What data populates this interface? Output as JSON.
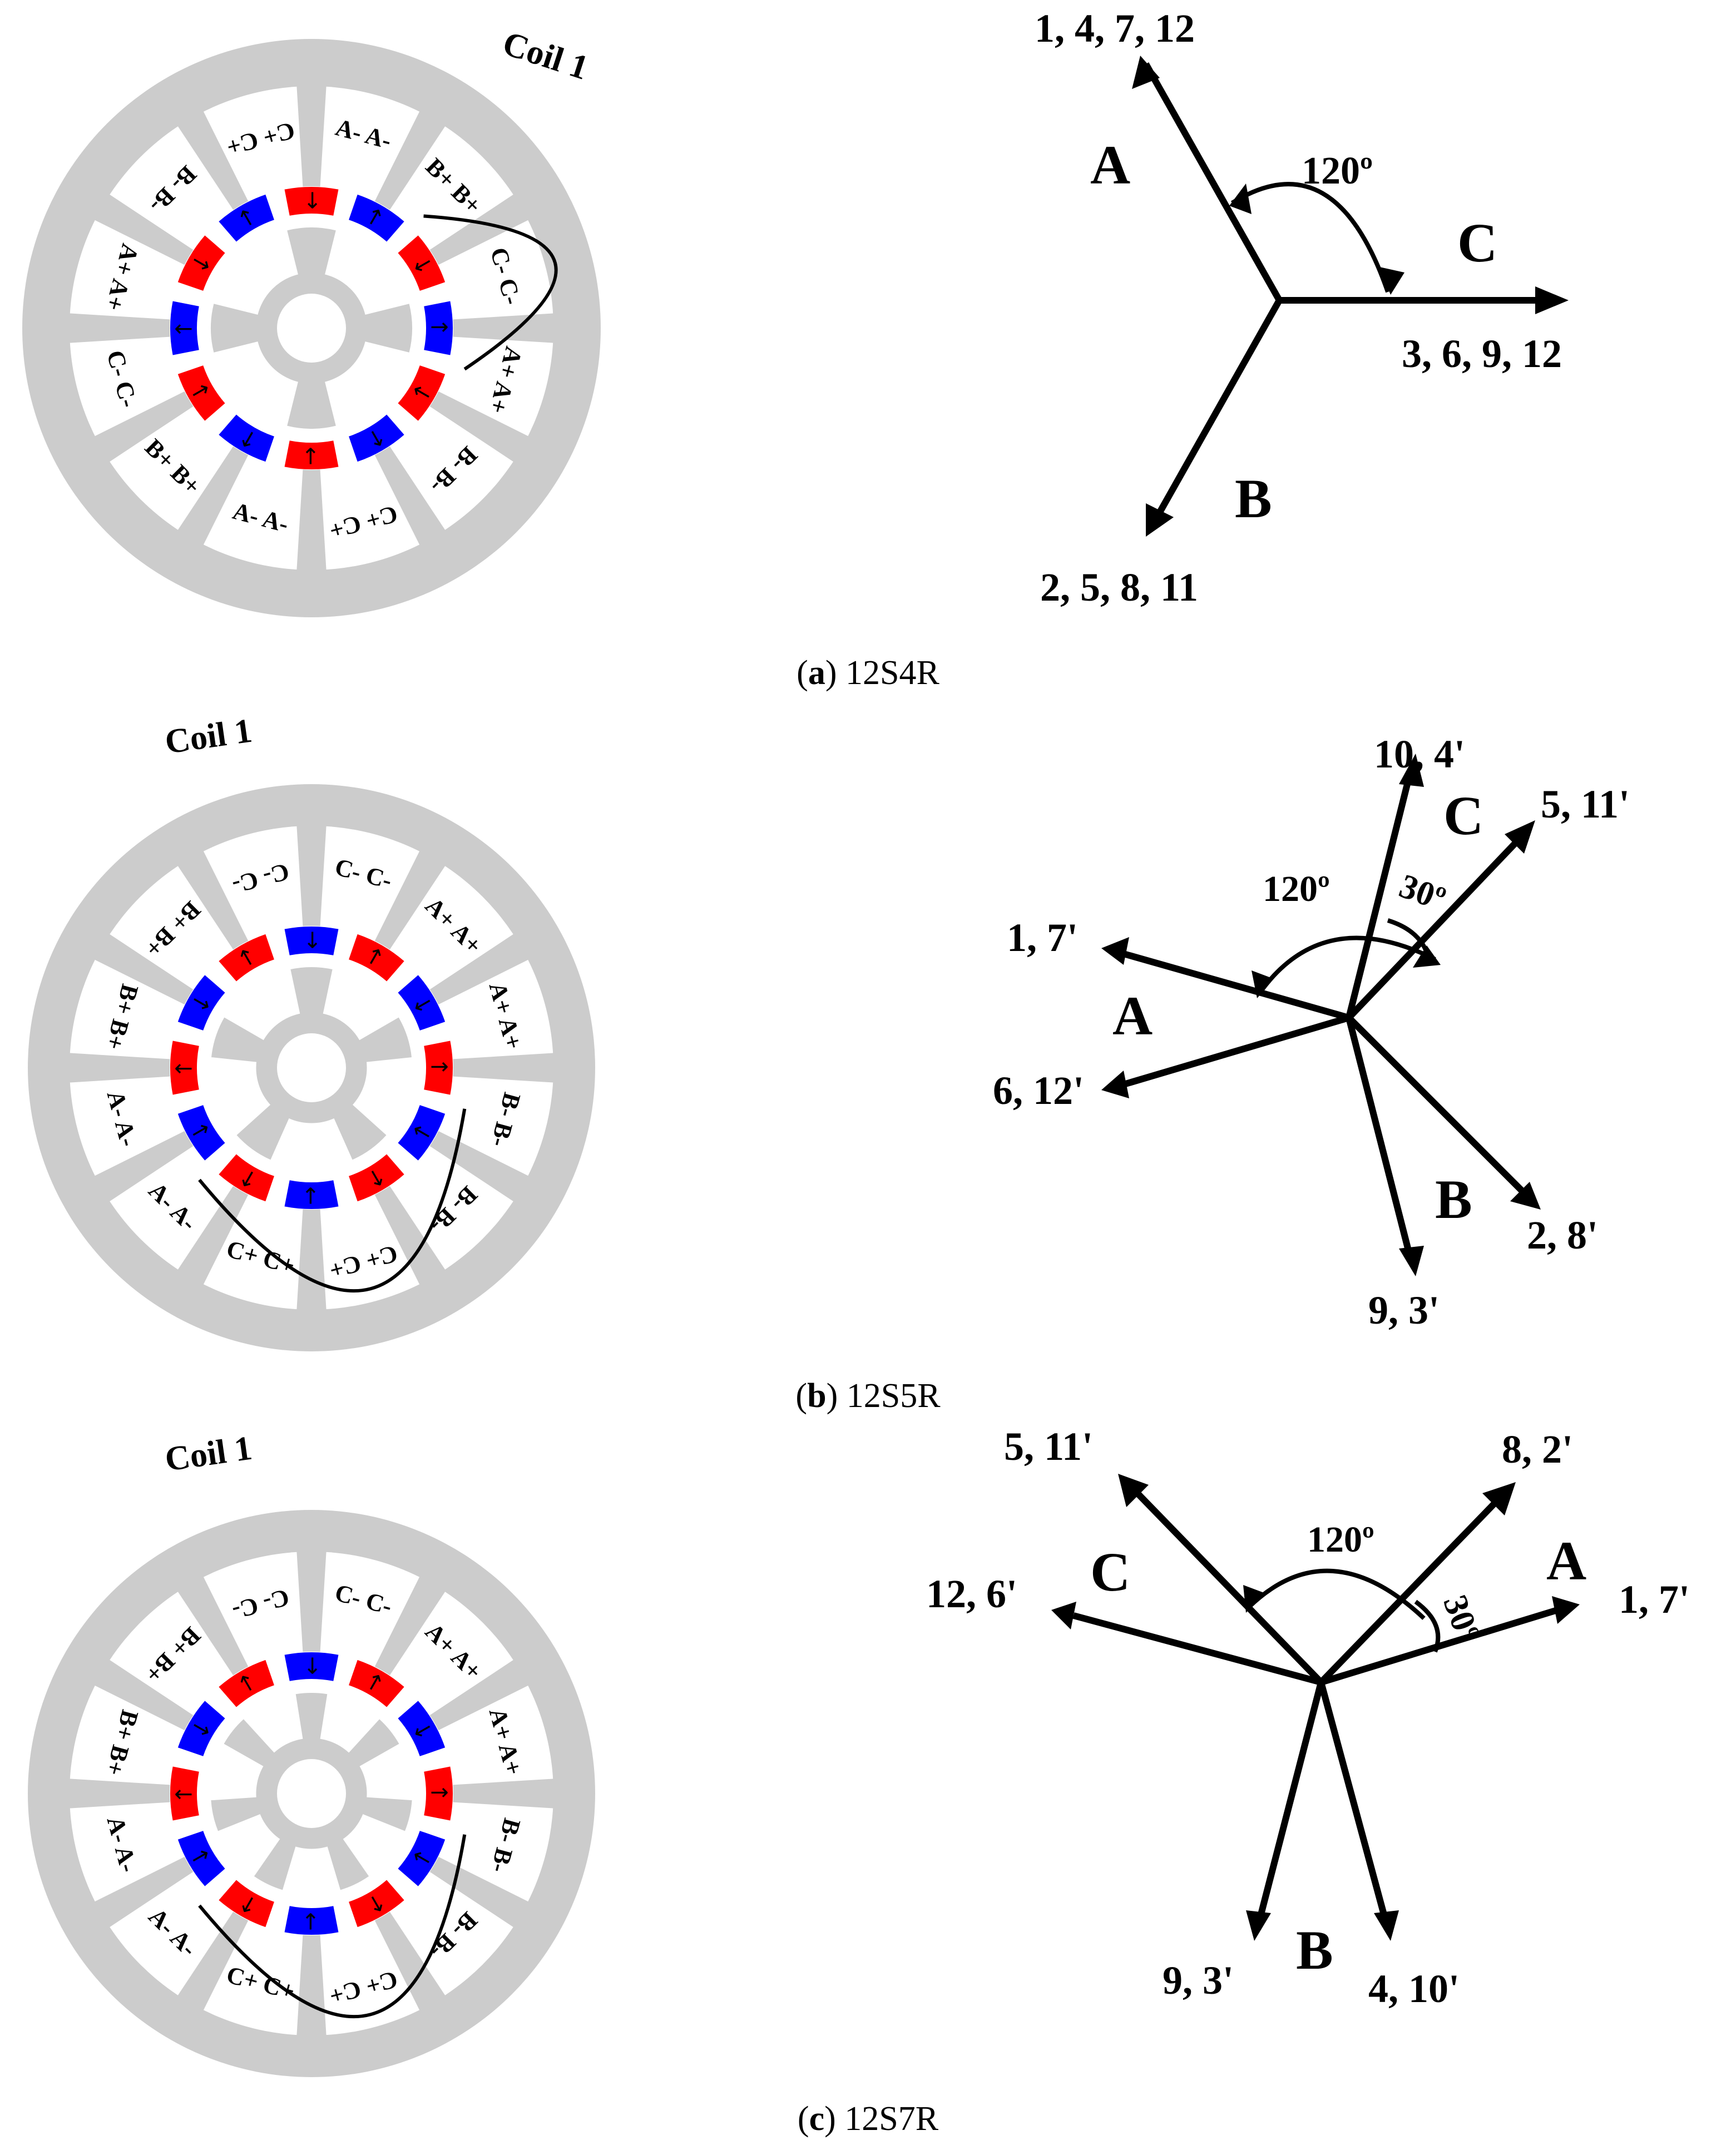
{
  "panels": [
    {
      "id": "a",
      "caption_letter": "a",
      "caption_text": "12S4R",
      "coil_label": "Coil 1",
      "rotor_poles": 4,
      "stator_slot_labels": [
        "A- A-",
        "B+ B+",
        "C- C-",
        "A+ A+",
        "B- B-",
        "C+ C+",
        "A- A-",
        "B+ B+",
        "C- C-",
        "A+ A+",
        "B- B-",
        "C+ C+"
      ],
      "magnet_sequence": [
        "red",
        "blue",
        "red",
        "blue",
        "red",
        "blue",
        "red",
        "blue",
        "red",
        "blue",
        "red",
        "blue"
      ],
      "phasors": [
        {
          "label": "1, 4, 7, 12",
          "angle_deg": 120
        },
        {
          "label": "3, 6, 9, 12",
          "angle_deg": 0
        },
        {
          "label": "2, 5, 8, 11",
          "angle_deg": 240
        }
      ],
      "phase_labels": [
        "A",
        "C",
        "B"
      ],
      "angle_annotations": [
        "120º"
      ]
    },
    {
      "id": "b",
      "caption_letter": "b",
      "caption_text": "12S5R",
      "coil_label": "Coil 1",
      "rotor_poles": 5,
      "stator_slot_labels": [
        "C- C-",
        "A+ A+",
        "A+ A+",
        "B- B-",
        "B- B-",
        "C+ C+",
        "C+ C+",
        "A- A-",
        "A- A-",
        "B+ B+",
        "B+ B+",
        "C- C-"
      ],
      "magnet_sequence": [
        "blue",
        "red",
        "blue",
        "red",
        "blue",
        "red",
        "blue",
        "red",
        "blue",
        "red",
        "blue",
        "red"
      ],
      "phasors": [
        {
          "label": "10, 4'",
          "angle_deg": 75
        },
        {
          "label": "5, 11'",
          "angle_deg": 45
        },
        {
          "label": "1, 7'",
          "angle_deg": 165
        },
        {
          "label": "6, 12'",
          "angle_deg": 195
        },
        {
          "label": "9, 3'",
          "angle_deg": 285
        },
        {
          "label": "2, 8'",
          "angle_deg": 315
        }
      ],
      "phase_labels": [
        "C",
        "A",
        "B"
      ],
      "angle_annotations": [
        "120º",
        "30º"
      ]
    },
    {
      "id": "c",
      "caption_letter": "c",
      "caption_text": "12S7R",
      "coil_label": "Coil 1",
      "rotor_poles": 7,
      "stator_slot_labels": [
        "C- C-",
        "A+ A+",
        "A+ A+",
        "B- B-",
        "B- B-",
        "C+ C+",
        "C+ C+",
        "A- A-",
        "A- A-",
        "B+ B+",
        "B+ B+",
        "C- C-"
      ],
      "magnet_sequence": [
        "blue",
        "red",
        "blue",
        "red",
        "blue",
        "red",
        "blue",
        "red",
        "blue",
        "red",
        "blue",
        "red"
      ],
      "phasors": [
        {
          "label": "8, 2'",
          "angle_deg": 45
        },
        {
          "label": "1, 7'",
          "angle_deg": 15
        },
        {
          "label": "5, 11'",
          "angle_deg": 135
        },
        {
          "label": "12, 6'",
          "angle_deg": 165
        },
        {
          "label": "9, 3'",
          "angle_deg": 255
        },
        {
          "label": "4, 10'",
          "angle_deg": 285
        }
      ],
      "phase_labels": [
        "A",
        "C",
        "B"
      ],
      "angle_annotations": [
        "120º",
        "30º"
      ]
    }
  ],
  "colors": {
    "stator": "#cccccc",
    "magnet_red": "#ff0000",
    "magnet_blue": "#0000ff",
    "arrow": "#000000"
  }
}
